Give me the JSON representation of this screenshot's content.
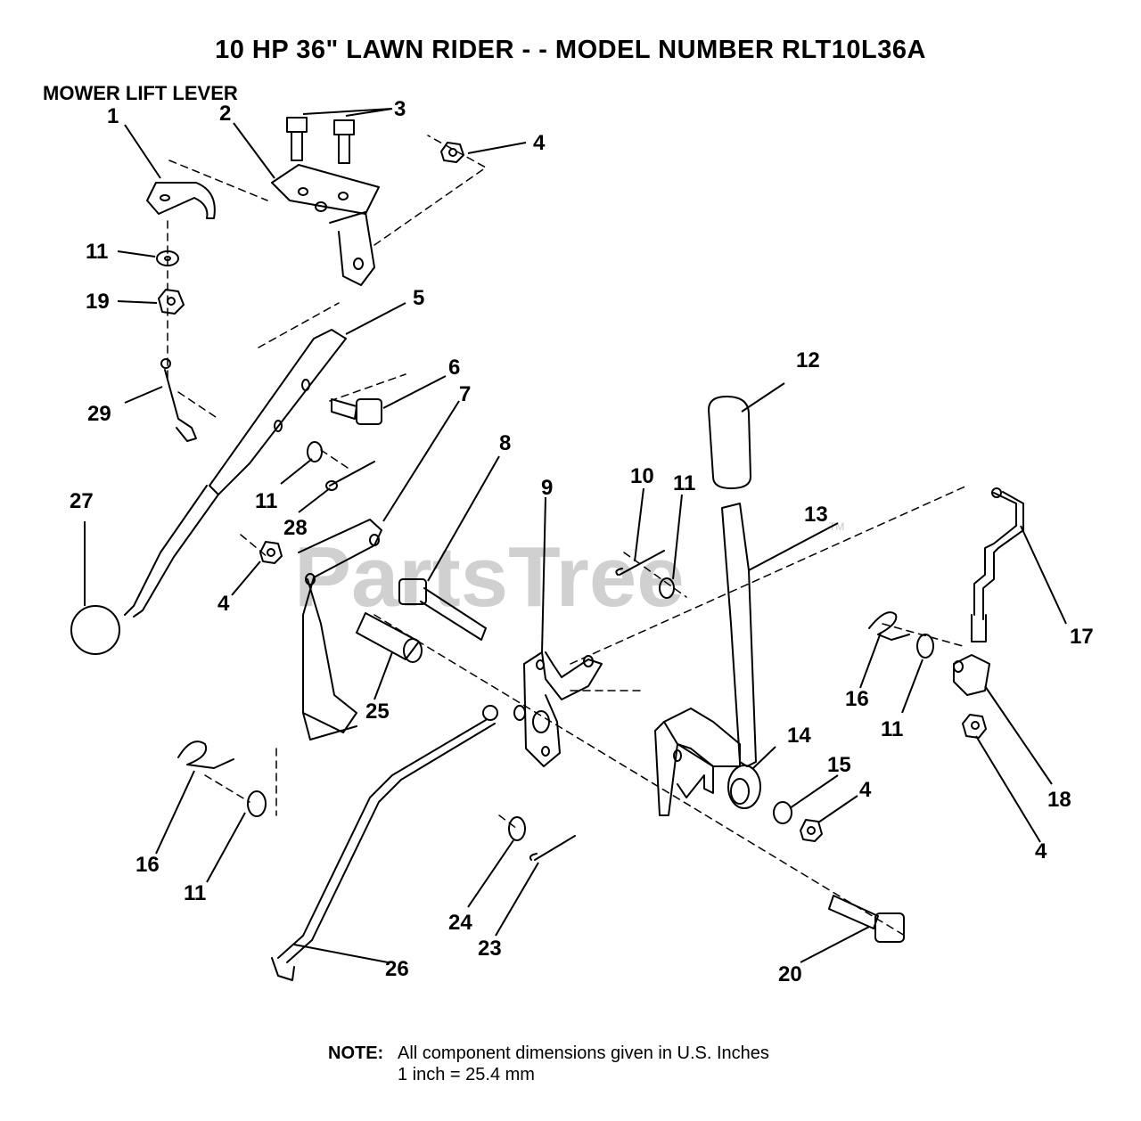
{
  "header": {
    "title": "10 HP 36\" LAWN RIDER - - MODEL NUMBER RLT10L36A",
    "subtitle": "MOWER LIFT LEVER"
  },
  "watermark": {
    "text": "PartsTree",
    "tm": "TM"
  },
  "callouts": {
    "c1": "1",
    "c2": "2",
    "c3": "3",
    "c4a": "4",
    "c4b": "4",
    "c4c": "4",
    "c4d": "4",
    "c5": "5",
    "c6": "6",
    "c7": "7",
    "c8": "8",
    "c9": "9",
    "c10": "10",
    "c11a": "11",
    "c11b": "11",
    "c11c": "11",
    "c11d": "11",
    "c11e": "11",
    "c12": "12",
    "c13": "13",
    "c14": "14",
    "c15": "15",
    "c16a": "16",
    "c16b": "16",
    "c17": "17",
    "c18": "18",
    "c19": "19",
    "c20": "20",
    "c23": "23",
    "c24": "24",
    "c25": "25",
    "c26": "26",
    "c27": "27",
    "c28": "28",
    "c29": "29"
  },
  "note": {
    "label": "NOTE:",
    "line1": "All component dimensions given in U.S. Inches",
    "line2": "1 inch = 25.4 mm"
  }
}
